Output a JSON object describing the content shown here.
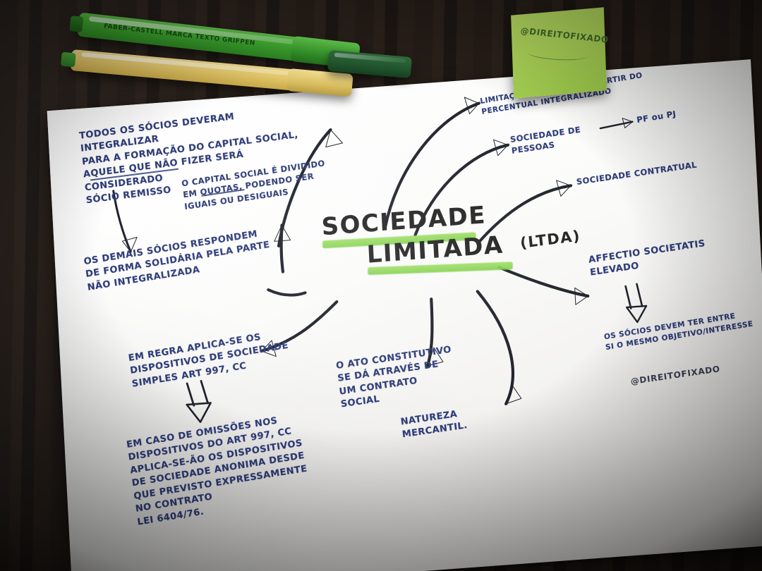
{
  "scene": {
    "surface": "wooden-desk",
    "paper_color": "#ffffff",
    "ink_color": "#2f3d79",
    "highlight_color": "#8fd657",
    "title_color": "#232323"
  },
  "supplies": {
    "green_marker_label": "FABER-CASTELL MARCA TEXTO GRIFPEN",
    "yellow_marker_label": "",
    "dark_marker_label": ""
  },
  "sticky_note": {
    "handle": "@DIREITOFIXADO",
    "color": "#aed558"
  },
  "mindmap": {
    "title_line1": "SOCIEDADE",
    "title_line2": "LIMITADA",
    "title_suffix": "(LTDA)",
    "signature": "@DIREITOFIXADO",
    "nodes": [
      {
        "id": "integralizacao",
        "position": "top-left",
        "text": "TODOS OS SÓCIOS DEVERAM INTEGRALIZAR\nPARA A FORMAÇÃO DO CAPITAL SOCIAL,\nAQUELE QUE NÃO FIZER SERÁ CONSIDERADO\nSÓCIO REMISSO",
        "underlined_term": "SÓCIO REMISSO"
      },
      {
        "id": "capital-quotas",
        "position": "top-center-left",
        "text": "O CAPITAL SOCIAL É DIVIDIDO\nEM QUOTAS, PODENDO SER\nIGUAIS OU DESIGUAIS",
        "underlined_term": "QUOTAS"
      },
      {
        "id": "responsabilidade-solidaria",
        "position": "left",
        "text": "OS DEMAIS SÓCIOS RESPONDEM\nDE FORMA SOLIDÁRIA PELA PARTE\nNÃO INTEGRALIZADA"
      },
      {
        "id": "limitacao-socios",
        "position": "top-right",
        "text": "LIMITAÇÃO DOS SÓCIOS A PARTIR DO\nPERCENTUAL INTEGRALIZADO"
      },
      {
        "id": "sociedade-pessoas",
        "position": "right-upper",
        "text": "SOCIEDADE DE\nPESSOAS",
        "annotation": "PF ou PJ"
      },
      {
        "id": "sociedade-contratual",
        "position": "right",
        "text": "SOCIEDADE CONTRATUAL"
      },
      {
        "id": "affectio-societatis",
        "position": "right-lower",
        "text": "AFFECTIO SOCIETATIS\nELEVADO"
      },
      {
        "id": "objetivo-comum",
        "position": "bottom-right",
        "text": "OS SÓCIOS DEVEM TER ENTRE\nSI O MESMO OBJETIVO/INTERESSE"
      },
      {
        "id": "regra-sociedade-simples",
        "position": "bottom-left",
        "text": "EM REGRA APLICA-SE OS\nDISPOSITIVOS DE SOCIEDADE\nSIMPLES ART 997, CC"
      },
      {
        "id": "omissoes-sa",
        "position": "bottom-left-lower",
        "text": "EM CASO DE OMISSÕES NOS\nDISPOSITIVOS DO ART 997, CC\nAPLICA-SE-ÃO OS DISPOSITIVOS\nDE SOCIEDADE ANONIMA DESDE\nQUE PREVISTO EXPRESSAMENTE\nNO CONTRATO\nLEI 6404/76."
      },
      {
        "id": "ato-constitutivo",
        "position": "bottom-center",
        "text": "O ATO CONSTITUTIVO\nSE DÁ ATRAVÉS DE\nUM CONTRATO\nSOCIAL"
      },
      {
        "id": "natureza-mercantil",
        "position": "bottom-center-right",
        "text": "NATUREZA\nMERCANTIL."
      }
    ]
  }
}
